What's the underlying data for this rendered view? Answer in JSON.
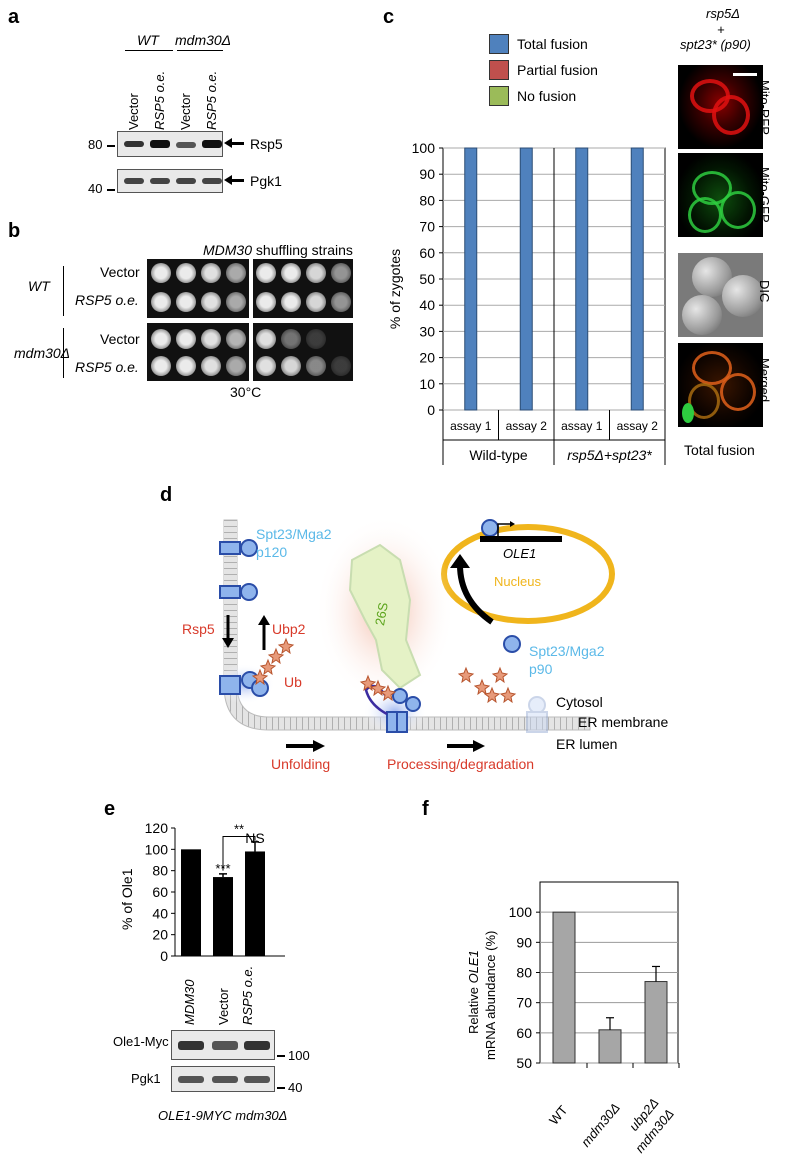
{
  "panels": {
    "a": "a",
    "b": "b",
    "c": "c",
    "d": "d",
    "e": "e",
    "f": "f"
  },
  "panel_a": {
    "group_wt": "WT",
    "group_mdm": "mdm30Δ",
    "lanes": [
      "Vector",
      "RSP5 o.e.",
      "Vector",
      "RSP5 o.e."
    ],
    "marker_80": "80",
    "marker_40": "40",
    "band_rsp5": "Rsp5",
    "band_pgk1": "Pgk1"
  },
  "panel_b": {
    "title_italic": "MDM30",
    "title_rest": " shuffling strains",
    "group_wt": "WT",
    "group_mdm": "mdm30Δ",
    "rows": [
      "Vector",
      "RSP5 o.e.",
      "Vector",
      "RSP5 o.e."
    ],
    "temp": "30°C"
  },
  "panel_c": {
    "legend": [
      "Total fusion",
      "Partial fusion",
      "No fusion"
    ],
    "legend_colors": [
      "#4f81bd",
      "#c0504d",
      "#9bbb59"
    ],
    "micro_title_line1": "rsp5Δ",
    "micro_title_line2": "+",
    "micro_title_line3": "spt23* (p90)",
    "micro_labels": [
      "Mito-RFP",
      "Mito-GFP",
      "DIC",
      "Merged"
    ],
    "micro_caption": "Total fusion"
  },
  "panel_d": {
    "spt_top_line1": "Spt23/Mga2",
    "spt_top_line2": "p120",
    "rsp5": "Rsp5",
    "ubp2": "Ubp2",
    "ub": "Ub",
    "proteasome": "26S",
    "gene": "OLE1",
    "nucleus": "Nucleus",
    "spt_p90_line1": "Spt23/Mga2",
    "spt_p90_line2": "p90",
    "cytosol": "Cytosol",
    "er_membrane": "ER membrane",
    "er_lumen": "ER lumen",
    "unfolding": "Unfolding",
    "processing": "Processing/degradation"
  },
  "panel_e": {
    "ylabel": "% of Ole1",
    "sig_top": "**",
    "sig_ns": "NS",
    "sig_vector": "***",
    "cat_labels": [
      "MDM30",
      "Vector",
      "RSP5 o.e."
    ],
    "blot_ole1": "Ole1-Myc",
    "blot_pgk1": "Pgk1",
    "marker_100": "100",
    "marker_40": "40",
    "strain": "OLE1-9MYC mdm30Δ"
  },
  "panel_f": {
    "ylabel_line1": "Relative OLE1",
    "ylabel_line2": "mRNA abundance (%)",
    "cat_labels": [
      "WT",
      "mdm30Δ",
      "ubp2Δ",
      "mdm30Δ"
    ]
  },
  "chart_data": [
    {
      "type": "bar",
      "panel": "c",
      "categories": [
        "assay 1",
        "assay 2",
        "assay 1",
        "assay 2"
      ],
      "groups": [
        "Wild-type",
        "rsp5Δ+spt23*"
      ],
      "series": [
        {
          "name": "Total fusion",
          "values": [
            100,
            100,
            100,
            100
          ],
          "color": "#4f81bd"
        },
        {
          "name": "Partial fusion",
          "values": [
            0,
            0,
            0,
            0
          ],
          "color": "#c0504d"
        },
        {
          "name": "No fusion",
          "values": [
            0,
            0,
            0,
            0
          ],
          "color": "#9bbb59"
        }
      ],
      "ylabel": "% of zygotes",
      "ylim": [
        0,
        100
      ],
      "yticks": [
        0,
        10,
        20,
        30,
        40,
        50,
        60,
        70,
        80,
        90,
        100
      ],
      "grid": true,
      "legend": "top"
    },
    {
      "type": "bar",
      "panel": "e",
      "categories": [
        "MDM30",
        "Vector",
        "RSP5 o.e."
      ],
      "values": [
        100,
        74,
        98
      ],
      "errors": [
        0,
        3,
        9
      ],
      "ylabel": "% of Ole1",
      "ylim": [
        0,
        120
      ],
      "yticks": [
        0,
        20,
        40,
        60,
        80,
        100,
        120
      ],
      "color": "#000000"
    },
    {
      "type": "bar",
      "panel": "f",
      "categories": [
        "WT",
        "mdm30Δ",
        "ubp2Δ mdm30Δ"
      ],
      "values": [
        100,
        61,
        77
      ],
      "errors": [
        0,
        4,
        5
      ],
      "ylabel": "Relative OLE1 mRNA abundance (%)",
      "ylim": [
        50,
        110
      ],
      "yticks": [
        50,
        60,
        70,
        80,
        90,
        100
      ],
      "grid": true,
      "color": "#a6a6a6"
    }
  ]
}
